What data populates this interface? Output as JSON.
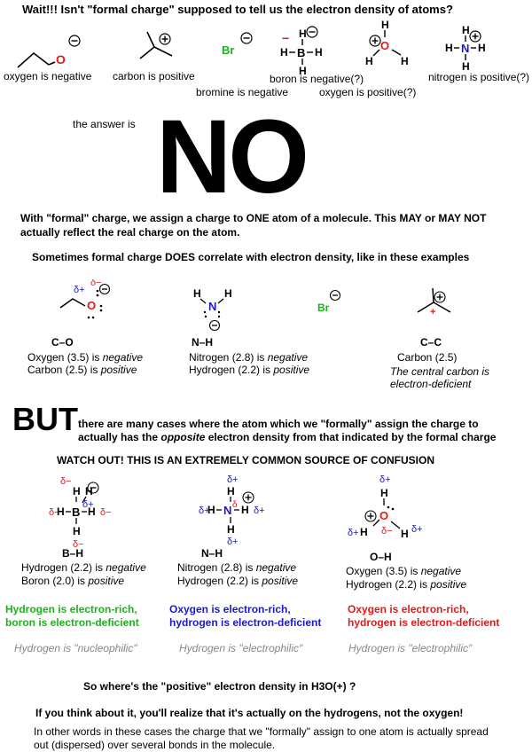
{
  "header": "Wait!!!  Isn't \"formal charge\" supposed to tell us the electron density of atoms?",
  "atoms": {
    "o": "O",
    "b": "B",
    "n": "N",
    "h": "H",
    "br": "Br",
    "c": "C"
  },
  "signs": {
    "minus": "−",
    "plus": "+",
    "dminus": "δ−",
    "dplus": "δ+",
    "delta": "δ"
  },
  "row1_captions": [
    "oxygen is negative",
    "carbon is positive",
    "bromine is negative",
    "boron is negative(?)",
    "oxygen is positive(?)",
    "nitrogen is positive(?)"
  ],
  "answer_is": "the answer is",
  "no": "NO",
  "formal_text": "With \"formal\" charge, we assign a charge to ONE atom of a molecule. This MAY or MAY NOT actually reflect the real charge on the atom.",
  "sometimes": "Sometimes formal charge DOES correlate with electron density, like in these examples",
  "ex1": {
    "title": "C–O",
    "l1a": "Oxygen (3.5) is ",
    "l1b": "negative",
    "l2a": "Carbon (2.5) is ",
    "l2b": "positive"
  },
  "ex2": {
    "title": "N–H",
    "l1a": "Nitrogen (2.8) is ",
    "l1b": "negative",
    "l2a": "Hydrogen (2.2) is ",
    "l2b": "positive"
  },
  "ex3": {
    "title": "C–C",
    "l1": "Carbon (2.5)",
    "note1": "The central carbon is",
    "note2": "electron-deficient"
  },
  "but": "BUT",
  "but_text_1": "there are many cases where the atom which we \"formally\" assign the charge to",
  "but_text_2a": "actually has the ",
  "but_text_2b": "opposite",
  "but_text_2c": " electron density from that indicated by the formal charge",
  "watch": "WATCH OUT! THIS IS AN EXTREMELY COMMON SOURCE OF CONFUSION",
  "case1": {
    "title": "B–H",
    "l1a": "Hydrogen (2.2) is ",
    "l1b": "negative",
    "l2a": "Boron (2.0) is ",
    "l2b": "positive",
    "c1": "Hydrogen is electron-rich,",
    "c2": "boron is electron-deficient",
    "role": "Hydrogen is \"nucleophilic\"",
    "color": "#1db31d"
  },
  "case2": {
    "title": "N–H",
    "l1a": "Nitrogen (2.8) is ",
    "l1b": "negative",
    "l2a": "Hydrogen (2.2) is ",
    "l2b": "positive",
    "c1": "Oxygen is electron-rich,",
    "c2": "hydrogen is electron-deficient",
    "role": "Hydrogen is \"electrophilic\"",
    "color": "#1a1acc"
  },
  "case3": {
    "title": "O–H",
    "l1a": "Oxygen (3.5) is ",
    "l1b": "negative",
    "l2a": "Hydrogen (2.2) is ",
    "l2b": "positive",
    "c1": "Oxygen is electron-rich,",
    "c2": "hydrogen is electron-deficient",
    "role": "Hydrogen is \"electrophilic\"",
    "color": "#e01a1a"
  },
  "question": "So where's the \"positive\" electron density in H3O(+) ?",
  "realize": "If you think about it, you'll realize that it's actually on the hydrogens, not the oxygen!",
  "final_text": "In other words in these cases the charge that we \"formally\" assign to one atom is actually spread out (dispersed) over several bonds in the molecule.",
  "colors": {
    "red": "#e01a1a",
    "blue": "#1a1acc",
    "green": "#1db31d",
    "gray": "#888888"
  }
}
